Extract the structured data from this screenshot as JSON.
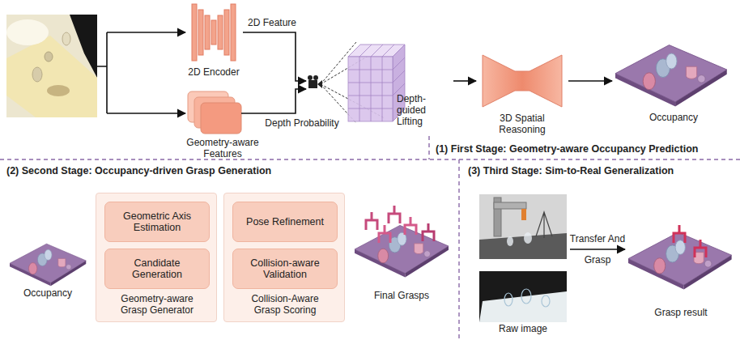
{
  "diagram": {
    "nodes": [
      {
        "text": [
          "2D Encoder"
        ]
      },
      {
        "text": [
          "Geometry-aware Features"
        ]
      },
      {
        "text": [
          "Depth-guided Lifting"
        ]
      },
      {
        "text": [
          "3D Spatial Reasoning"
        ]
      },
      {
        "text": [
          "Occupancy"
        ]
      },
      {
        "text": [
          "Occupancy"
        ]
      },
      {
        "text": [
          "Geometry-aware Grasp Generator"
        ]
      },
      {
        "text": [
          "Geometric Axis Estimation"
        ],
        "in": 6
      },
      {
        "text": [
          "Candidate Generation"
        ],
        "in": 6
      },
      {
        "text": [
          "Collision-Aware Grasp Scoring"
        ]
      },
      {
        "text": [
          "Pose Refinement"
        ],
        "in": 9
      },
      {
        "text": [
          "Collision-aware Validation"
        ],
        "in": 9
      },
      {
        "text": [
          "Final Grasps"
        ]
      },
      {
        "text": [
          "Raw image"
        ]
      },
      {
        "text": [
          "Grasp result"
        ]
      }
    ],
    "edges": [
      {
        "from": 0,
        "to": 2,
        "arrow": "to",
        "label": "2D Feature"
      },
      {
        "from": 1,
        "to": 2,
        "arrow": "to",
        "label": "Depth Probability"
      },
      {
        "from": 2,
        "to": 3,
        "arrow": "to"
      },
      {
        "from": 3,
        "to": 4,
        "arrow": "to"
      },
      {
        "from": 13,
        "to": 14,
        "arrow": "to",
        "label": "Transfer And Grasp"
      }
    ],
    "labels": [
      "(1) First Stage: Geometry-aware Occupancy Prediction",
      "(2) Second Stage: Occupancy-driven Grasp Generation",
      "(3) Third Stage: Sim-to-Real Generalization"
    ]
  }
}
